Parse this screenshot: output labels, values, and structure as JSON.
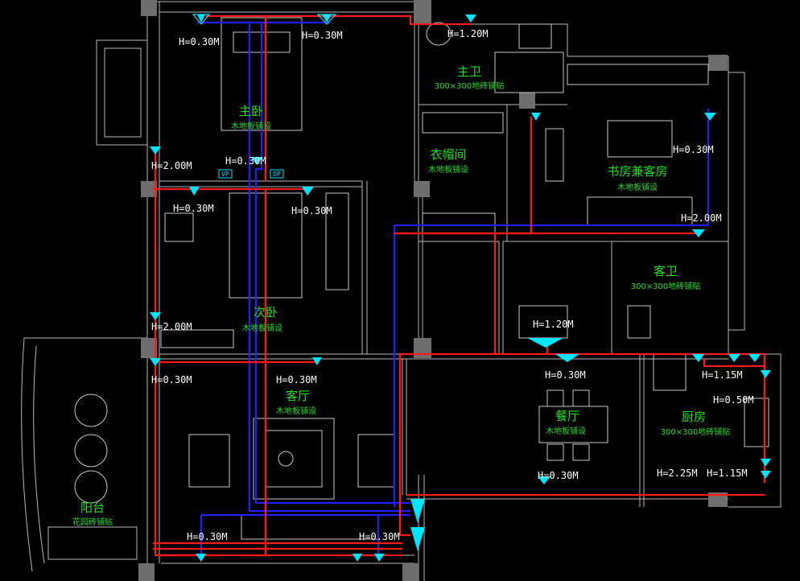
{
  "rooms": {
    "master_bedroom": {
      "name": "主卧",
      "floor": "木地板铺设"
    },
    "master_bath": {
      "name": "主卫",
      "floor": "300×300地砖铺贴"
    },
    "closet": {
      "name": "衣帽间",
      "floor": "木地板铺设"
    },
    "study": {
      "name": "书房兼客房",
      "floor": "木地板铺设"
    },
    "second_bedroom": {
      "name": "次卧",
      "floor": "木地板铺设"
    },
    "guest_bath": {
      "name": "客卫",
      "floor": "300×300地砖铺贴"
    },
    "living_room": {
      "name": "客厅",
      "floor": "木地板铺设"
    },
    "dining_room": {
      "name": "餐厅",
      "floor": "木地板铺设"
    },
    "kitchen": {
      "name": "厨房",
      "floor": "300×300地砖铺贴"
    },
    "balcony": {
      "name": "阳台",
      "floor": "花园砖铺贴"
    }
  },
  "heights": {
    "mb_left": "H=0.30M",
    "mb_right": "H=0.30M",
    "bath_top": "H=1.20M",
    "mb_wall_left": "H=2.00M",
    "mb_bottom": "H=0.30M",
    "study_right": "H=0.30M",
    "study_bottom": "H=2.00M",
    "sb_left": "H=0.30M",
    "sb_right": "H=0.30M",
    "sb_wall_left": "H=2.00M",
    "guestbath": "H=1.20M",
    "lr_left": "H=0.30M",
    "lr_top": "H=0.30M",
    "dr_top": "H=0.30M",
    "kit_top": "H=1.15M",
    "kit_mid": "H=0.50M",
    "kit_low_left": "H=2.25M",
    "kit_low_right": "H=1.15M",
    "dr_bottom": "H=0.30M",
    "lr_bottom_left": "H=0.30M",
    "lr_bottom_mid": "H=0.30M"
  },
  "tags": {
    "vp": "VP",
    "dp": "DP"
  }
}
